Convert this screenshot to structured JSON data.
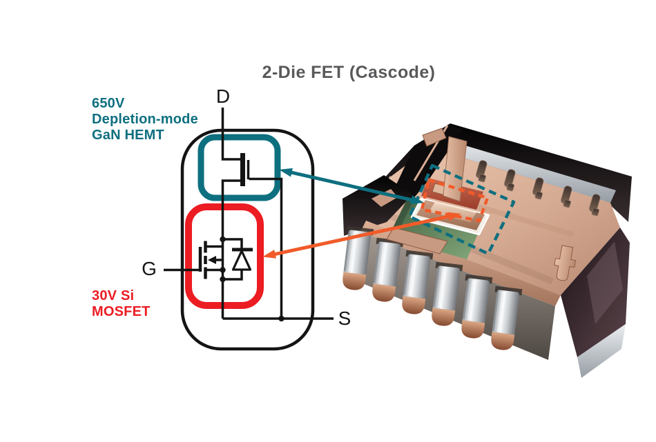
{
  "title": "2-Die FET (Cascode)",
  "schematic": {
    "hemt_label": "650V\nDepletion-mode\nGaN HEMT",
    "mosfet_label": "30V Si\nMOSFET",
    "terminals": {
      "drain": "D",
      "gate": "G",
      "source": "S"
    }
  },
  "colors": {
    "teal": "#0e6f7f",
    "red": "#ec1c23",
    "orange": "#f15b2a",
    "title_gray": "#58595b",
    "ink": "#141414",
    "copper": "#c89a82",
    "board_green": "#5d7f5c"
  }
}
